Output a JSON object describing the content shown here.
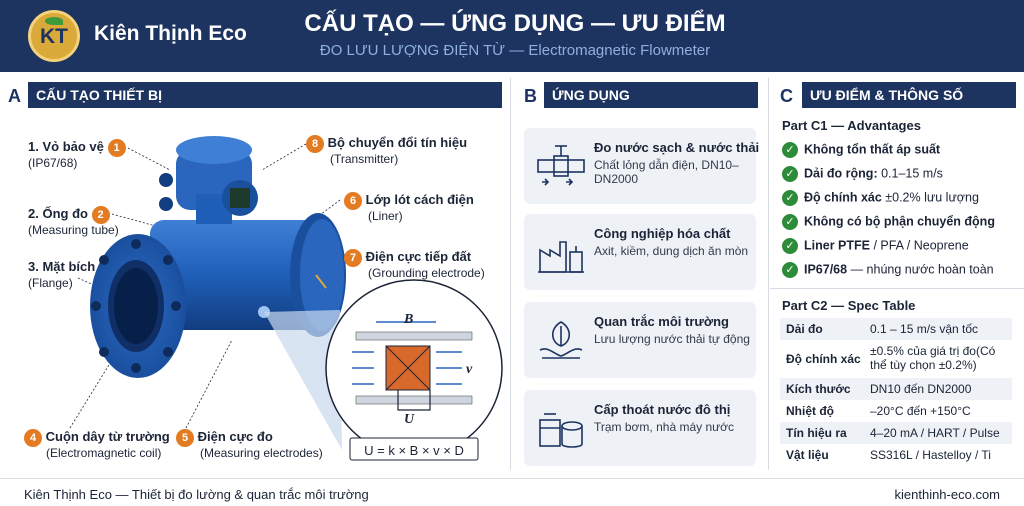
{
  "brand": {
    "name": "Kiên Thịnh Eco",
    "logo_text": "KT"
  },
  "header": {
    "title": "CẤU TẠO — ỨNG DỤNG — ƯU ĐIỂM",
    "subtitle": "ĐO LƯU LƯỢNG ĐIỆN TỪ — Electromagnetic Flowmeter"
  },
  "colors": {
    "navy": "#1d3461",
    "orange": "#e37b22",
    "green": "#2e8b3a",
    "card_bg": "#eef1f6",
    "gold": "#d9a93a"
  },
  "sectionA": {
    "letter": "A",
    "title": "CẤU TẠO THIẾT BỊ",
    "parts": [
      {
        "num": "1",
        "name": "Vỏ bảo vệ",
        "sub": "(IP67/68)"
      },
      {
        "num": "2",
        "name": "Ống đo",
        "sub": "(Measuring tube)"
      },
      {
        "num": "",
        "name": "3. Mặt bích",
        "sub": "(Flange)"
      },
      {
        "num": "4",
        "name": "Cuộn dây từ trường",
        "sub": "(Electromagnetic coil)"
      },
      {
        "num": "5",
        "name": "Điện cực đo",
        "sub": "(Measuring electrodes)"
      },
      {
        "num": "6",
        "name": "Lớp lót cách điện",
        "sub": "(Liner)"
      },
      {
        "num": "7",
        "name": "Điện cực tiếp đất",
        "sub": "(Grounding electrode)"
      },
      {
        "num": "8",
        "name": "Bộ chuyển đổi tín hiệu",
        "sub": "(Transmitter)"
      }
    ],
    "diagram": {
      "b_label": "B",
      "v_label": "v",
      "u_label": "U",
      "formula": "U = k × B × v × D"
    }
  },
  "sectionB": {
    "letter": "B",
    "title": "ỨNG DỤNG",
    "cards": [
      {
        "icon": "pipe-valve-icon",
        "title": "Đo nước sạch & nước thải",
        "desc": "Chất lỏng dẫn điện, DN10–DN2000"
      },
      {
        "icon": "factory-icon",
        "title": "Công nghiệp hóa chất",
        "desc": "Axit, kiềm, dung dịch ăn mòn"
      },
      {
        "icon": "leaf-hand-icon",
        "title": "Quan trắc môi trường",
        "desc": "Lưu lượng nước thải tự động"
      },
      {
        "icon": "water-plant-icon",
        "title": "Cấp thoát nước đô thị",
        "desc": "Trạm bơm, nhà máy nước"
      }
    ]
  },
  "sectionC": {
    "letter": "C",
    "title": "ƯU ĐIỂM & THÔNG SỐ",
    "part1_title": "Part C1 — Advantages",
    "advantages": [
      {
        "bold": "Không tổn thất áp suất",
        "rest": ""
      },
      {
        "bold": "Dải đo rộng:",
        "rest": " 0.1–15 m/s"
      },
      {
        "bold": "Độ chính xác",
        "rest": " ±0.2% lưu lượng"
      },
      {
        "bold": "Không có bộ phận chuyển động",
        "rest": ""
      },
      {
        "bold": "Liner PTFE",
        "rest": " / PFA / Neoprene"
      },
      {
        "bold": "IP67/68",
        "rest": " — nhúng nước hoàn toàn"
      }
    ],
    "part2_title": "Part C2 — Spec Table",
    "specs": [
      {
        "k": "Dải đo",
        "v": "0.1 – 15 m/s vận tốc"
      },
      {
        "k": "Độ chính xác",
        "v": "±0.5% của giá trị đo(Có thể tùy chọn ±0.2%)"
      },
      {
        "k": "Kích thước",
        "v": "DN10 đến DN2000"
      },
      {
        "k": "Nhiệt độ",
        "v": "–20°C đến +150°C"
      },
      {
        "k": "Tín hiệu ra",
        "v": "4–20 mA / HART / Pulse"
      },
      {
        "k": "Vật liệu",
        "v": "SS316L / Hastelloy / Ti"
      }
    ]
  },
  "footer": {
    "left": "Kiên Thịnh Eco — Thiết bị đo lường & quan trắc môi trường",
    "right": "kienthinh-eco.com"
  }
}
